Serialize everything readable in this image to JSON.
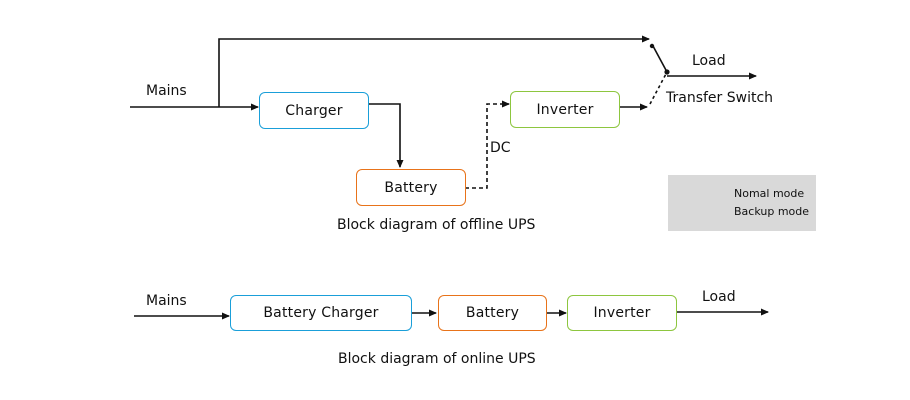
{
  "offline": {
    "mains": "Mains",
    "charger": "Charger",
    "battery": "Battery",
    "inverter": "Inverter",
    "dc": "DC",
    "load": "Load",
    "transfer_switch": "Transfer Switch",
    "caption": "Block diagram of offline UPS"
  },
  "legend": {
    "normal": "Nomal mode",
    "backup": "Backup mode"
  },
  "online": {
    "mains": "Mains",
    "battery_charger": "Battery Charger",
    "battery": "Battery",
    "inverter": "Inverter",
    "load": "Load",
    "caption": "Block diagram of online UPS"
  },
  "colors": {
    "charger": "#1a9fd9",
    "battery": "#e8731a",
    "inverter": "#8dc63f",
    "legend_bg": "#d9d9d9",
    "line": "#111111"
  }
}
